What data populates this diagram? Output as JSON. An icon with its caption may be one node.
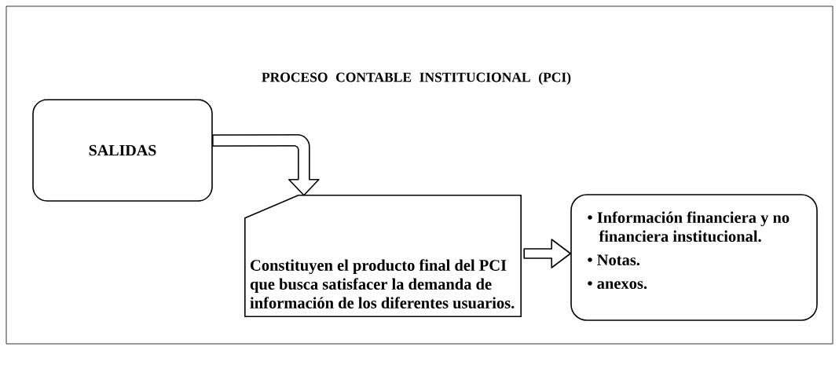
{
  "diagram": {
    "title": "PROCESO CONTABLE INSTITUCIONAL (PCI)",
    "nodes": [
      {
        "text": [
          "SALIDAS"
        ]
      },
      {
        "text": [
          "Constituyen el producto final del PCI que busca satisfacer la demanda de información de los diferentes usuarios."
        ]
      },
      {
        "text": [
          "• Información financiera y no financiera institucional.",
          "• Notas.",
          "• anexos."
        ]
      }
    ],
    "edges": [
      {
        "from": 0,
        "to": 1,
        "arrow": "to"
      },
      {
        "from": 1,
        "to": 2,
        "arrow": "to"
      }
    ]
  }
}
